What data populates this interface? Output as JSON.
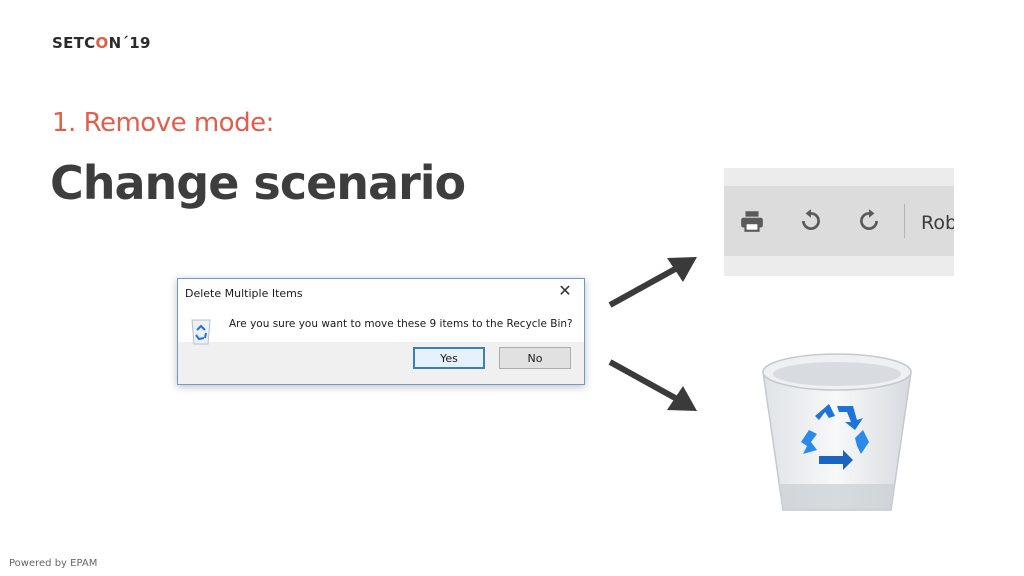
{
  "header": {
    "logo_part1": "SETC",
    "logo_accent": "O",
    "logo_part2": "N",
    "logo_year": "´19",
    "subtitle": "1. Remove mode:",
    "title": "Change scenario"
  },
  "dialog": {
    "title": "Delete Multiple Items",
    "message": "Are you sure you want to move these 9 items to the Recycle Bin?",
    "yes_label": "Yes",
    "no_label": "No",
    "close_glyph": "✕",
    "icon": "recycle-bin-icon"
  },
  "toolbar": {
    "icons": [
      "print-icon",
      "undo-icon",
      "redo-icon"
    ],
    "text": "Rob"
  },
  "footer": {
    "text": "Powered by EPAM"
  },
  "colors": {
    "accent": "#e05f4c",
    "title": "#3d3d3d",
    "arrow": "#3a3a3a",
    "recycle_blue": "#1e73d8"
  }
}
